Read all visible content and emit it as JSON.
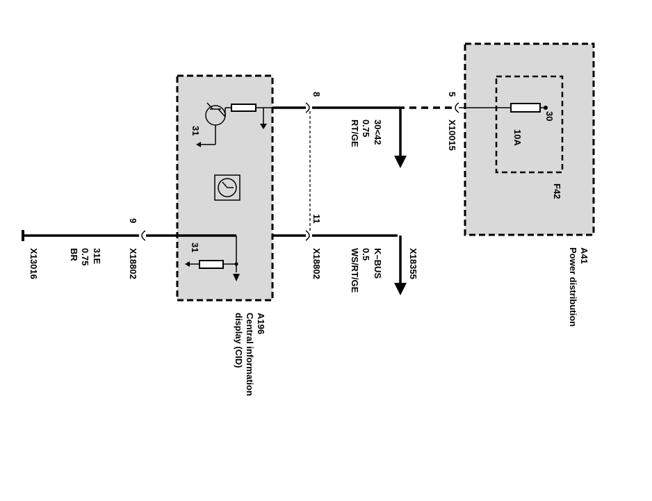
{
  "components": {
    "cid": {
      "code": "A196",
      "name_line1": "Central information",
      "name_line2": "display (CID)",
      "ground_top": "31",
      "ground_bottom": "31"
    },
    "power_distribution": {
      "code": "A41",
      "name": "Power distribution"
    },
    "fuse": {
      "code": "F42",
      "rating": "10A",
      "terminal": "30"
    }
  },
  "wires": {
    "power": {
      "signal": "30<42",
      "cross_section": "0.75",
      "color": "RT/GE"
    },
    "kbus": {
      "signal": "K–BUS",
      "cross_section": "0.5",
      "color": "WS/RT/GE"
    },
    "ground": {
      "signal": "31E",
      "cross_section": "0.75",
      "color": "BR"
    }
  },
  "pins": {
    "cid_power": "8",
    "cid_kbus": "11",
    "cid_ground": "9",
    "fuse_in": "5"
  },
  "connectors": {
    "x10015": "X10015",
    "x18802_kbus": "X18802",
    "x18802_ground": "X18802",
    "x18355": "X18355",
    "x13016": "X13016"
  }
}
